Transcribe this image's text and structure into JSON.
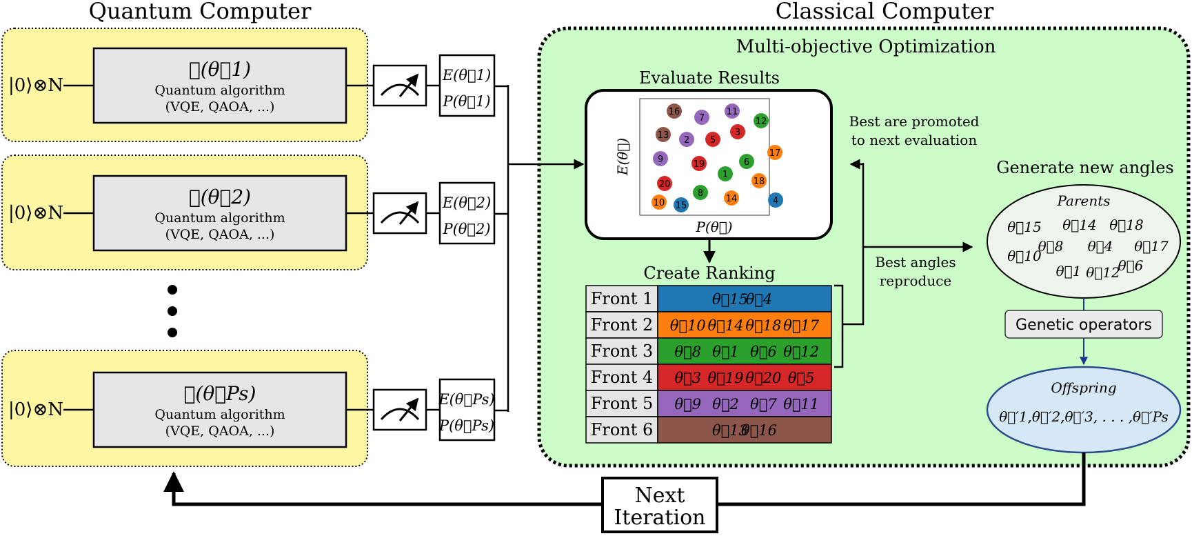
{
  "headings": {
    "quantum": "Quantum Computer",
    "classical": "Classical Computer",
    "moo": "Multi-objective Optimization"
  },
  "qc_rows": [
    {
      "state": "|0⟩⊗N",
      "unitary": "𝒰(θ⃗1)",
      "line1": "Quantum algorithm",
      "line2": "(VQE, QAOA, ...)",
      "e": "E(θ⃗1)",
      "p": "P(θ⃗1)"
    },
    {
      "state": "|0⟩⊗N",
      "unitary": "𝒰(θ⃗2)",
      "line1": "Quantum algorithm",
      "line2": "(VQE, QAOA, ...)",
      "e": "E(θ⃗2)",
      "p": "P(θ⃗2)"
    },
    {
      "state": "|0⟩⊗N",
      "unitary": "𝒰(θ⃗Ps)",
      "line1": "Quantum algorithm",
      "line2": "(VQE, QAOA, ...)",
      "e": "E(θ⃗Ps)",
      "p": "P(θ⃗Ps)"
    }
  ],
  "evaluate": {
    "title": "Evaluate Results",
    "ylabel": "E(θ⃗)",
    "xlabel": "P(θ⃗)",
    "points": [
      {
        "n": "16",
        "color": "#8c564b"
      },
      {
        "n": "7",
        "color": "#9467bd"
      },
      {
        "n": "11",
        "color": "#9467bd"
      },
      {
        "n": "12",
        "color": "#2ca02c"
      },
      {
        "n": "13",
        "color": "#8c564b"
      },
      {
        "n": "2",
        "color": "#9467bd"
      },
      {
        "n": "5",
        "color": "#d62728"
      },
      {
        "n": "3",
        "color": "#d62728"
      },
      {
        "n": "17",
        "color": "#ff7f0e"
      },
      {
        "n": "9",
        "color": "#9467bd"
      },
      {
        "n": "19",
        "color": "#d62728"
      },
      {
        "n": "1",
        "color": "#2ca02c"
      },
      {
        "n": "6",
        "color": "#2ca02c"
      },
      {
        "n": "18",
        "color": "#ff7f0e"
      },
      {
        "n": "20",
        "color": "#d62728"
      },
      {
        "n": "8",
        "color": "#2ca02c"
      },
      {
        "n": "14",
        "color": "#ff7f0e"
      },
      {
        "n": "10",
        "color": "#ff7f0e"
      },
      {
        "n": "15",
        "color": "#1f77b4"
      },
      {
        "n": "4",
        "color": "#1f77b4"
      }
    ]
  },
  "promoted": {
    "line1": "Best are promoted",
    "line2": "to next evaluation"
  },
  "reproduce": {
    "line1": "Best angles",
    "line2": "reproduce"
  },
  "ranking": {
    "title": "Create Ranking",
    "fronts": [
      {
        "label": "Front 1",
        "color": "#1f77b4",
        "items": [
          "θ⃗15",
          "θ⃗4"
        ]
      },
      {
        "label": "Front 2",
        "color": "#ff7f0e",
        "items": [
          "θ⃗10",
          "θ⃗14",
          "θ⃗18",
          "θ⃗17"
        ]
      },
      {
        "label": "Front 3",
        "color": "#2ca02c",
        "items": [
          "θ⃗8",
          "θ⃗1",
          "θ⃗6",
          "θ⃗12"
        ]
      },
      {
        "label": "Front 4",
        "color": "#d62728",
        "items": [
          "θ⃗3",
          "θ⃗19",
          "θ⃗20",
          "θ⃗5"
        ]
      },
      {
        "label": "Front 5",
        "color": "#9467bd",
        "items": [
          "θ⃗9",
          "θ⃗2",
          "θ⃗7",
          "θ⃗11"
        ]
      },
      {
        "label": "Front 6",
        "color": "#8c564b",
        "items": [
          "θ⃗13",
          "θ⃗16"
        ]
      }
    ]
  },
  "generate": {
    "title": "Generate new angles",
    "parents_label": "Parents",
    "parents": [
      "θ⃗15",
      "θ⃗14",
      "θ⃗18",
      "θ⃗10",
      "θ⃗8",
      "θ⃗4",
      "θ⃗17",
      "θ⃗1",
      "θ⃗12",
      "θ⃗6"
    ],
    "genetic": "Genetic operators",
    "offspring_label": "Offspring",
    "offspring": "θ⃗′1,θ⃗′2,θ⃗′3, . . . ,θ⃗′Ps"
  },
  "next": {
    "line1": "Next",
    "line2": "Iteration"
  },
  "colors": {
    "qc_panel": "#fdf6a3",
    "classical_panel": "#ccfcc8",
    "algo_box": "#e6e6e6",
    "parents_fill": "#eef5ec",
    "offspring_fill": "#d6e8f5",
    "offspring_border": "#2a4a8e"
  }
}
